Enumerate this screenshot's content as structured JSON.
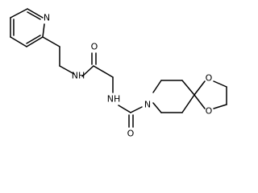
{
  "molecule": {
    "atoms": [
      {
        "id": "N_py",
        "label": "N"
      },
      {
        "id": "N_amide1",
        "label": "NH"
      },
      {
        "id": "O_amide1",
        "label": "O"
      },
      {
        "id": "N_amide2",
        "label": "NH"
      },
      {
        "id": "O_amide2",
        "label": "O"
      },
      {
        "id": "N_pip",
        "label": "N"
      },
      {
        "id": "O_ket1",
        "label": "O"
      },
      {
        "id": "O_ket2",
        "label": "O"
      }
    ]
  }
}
